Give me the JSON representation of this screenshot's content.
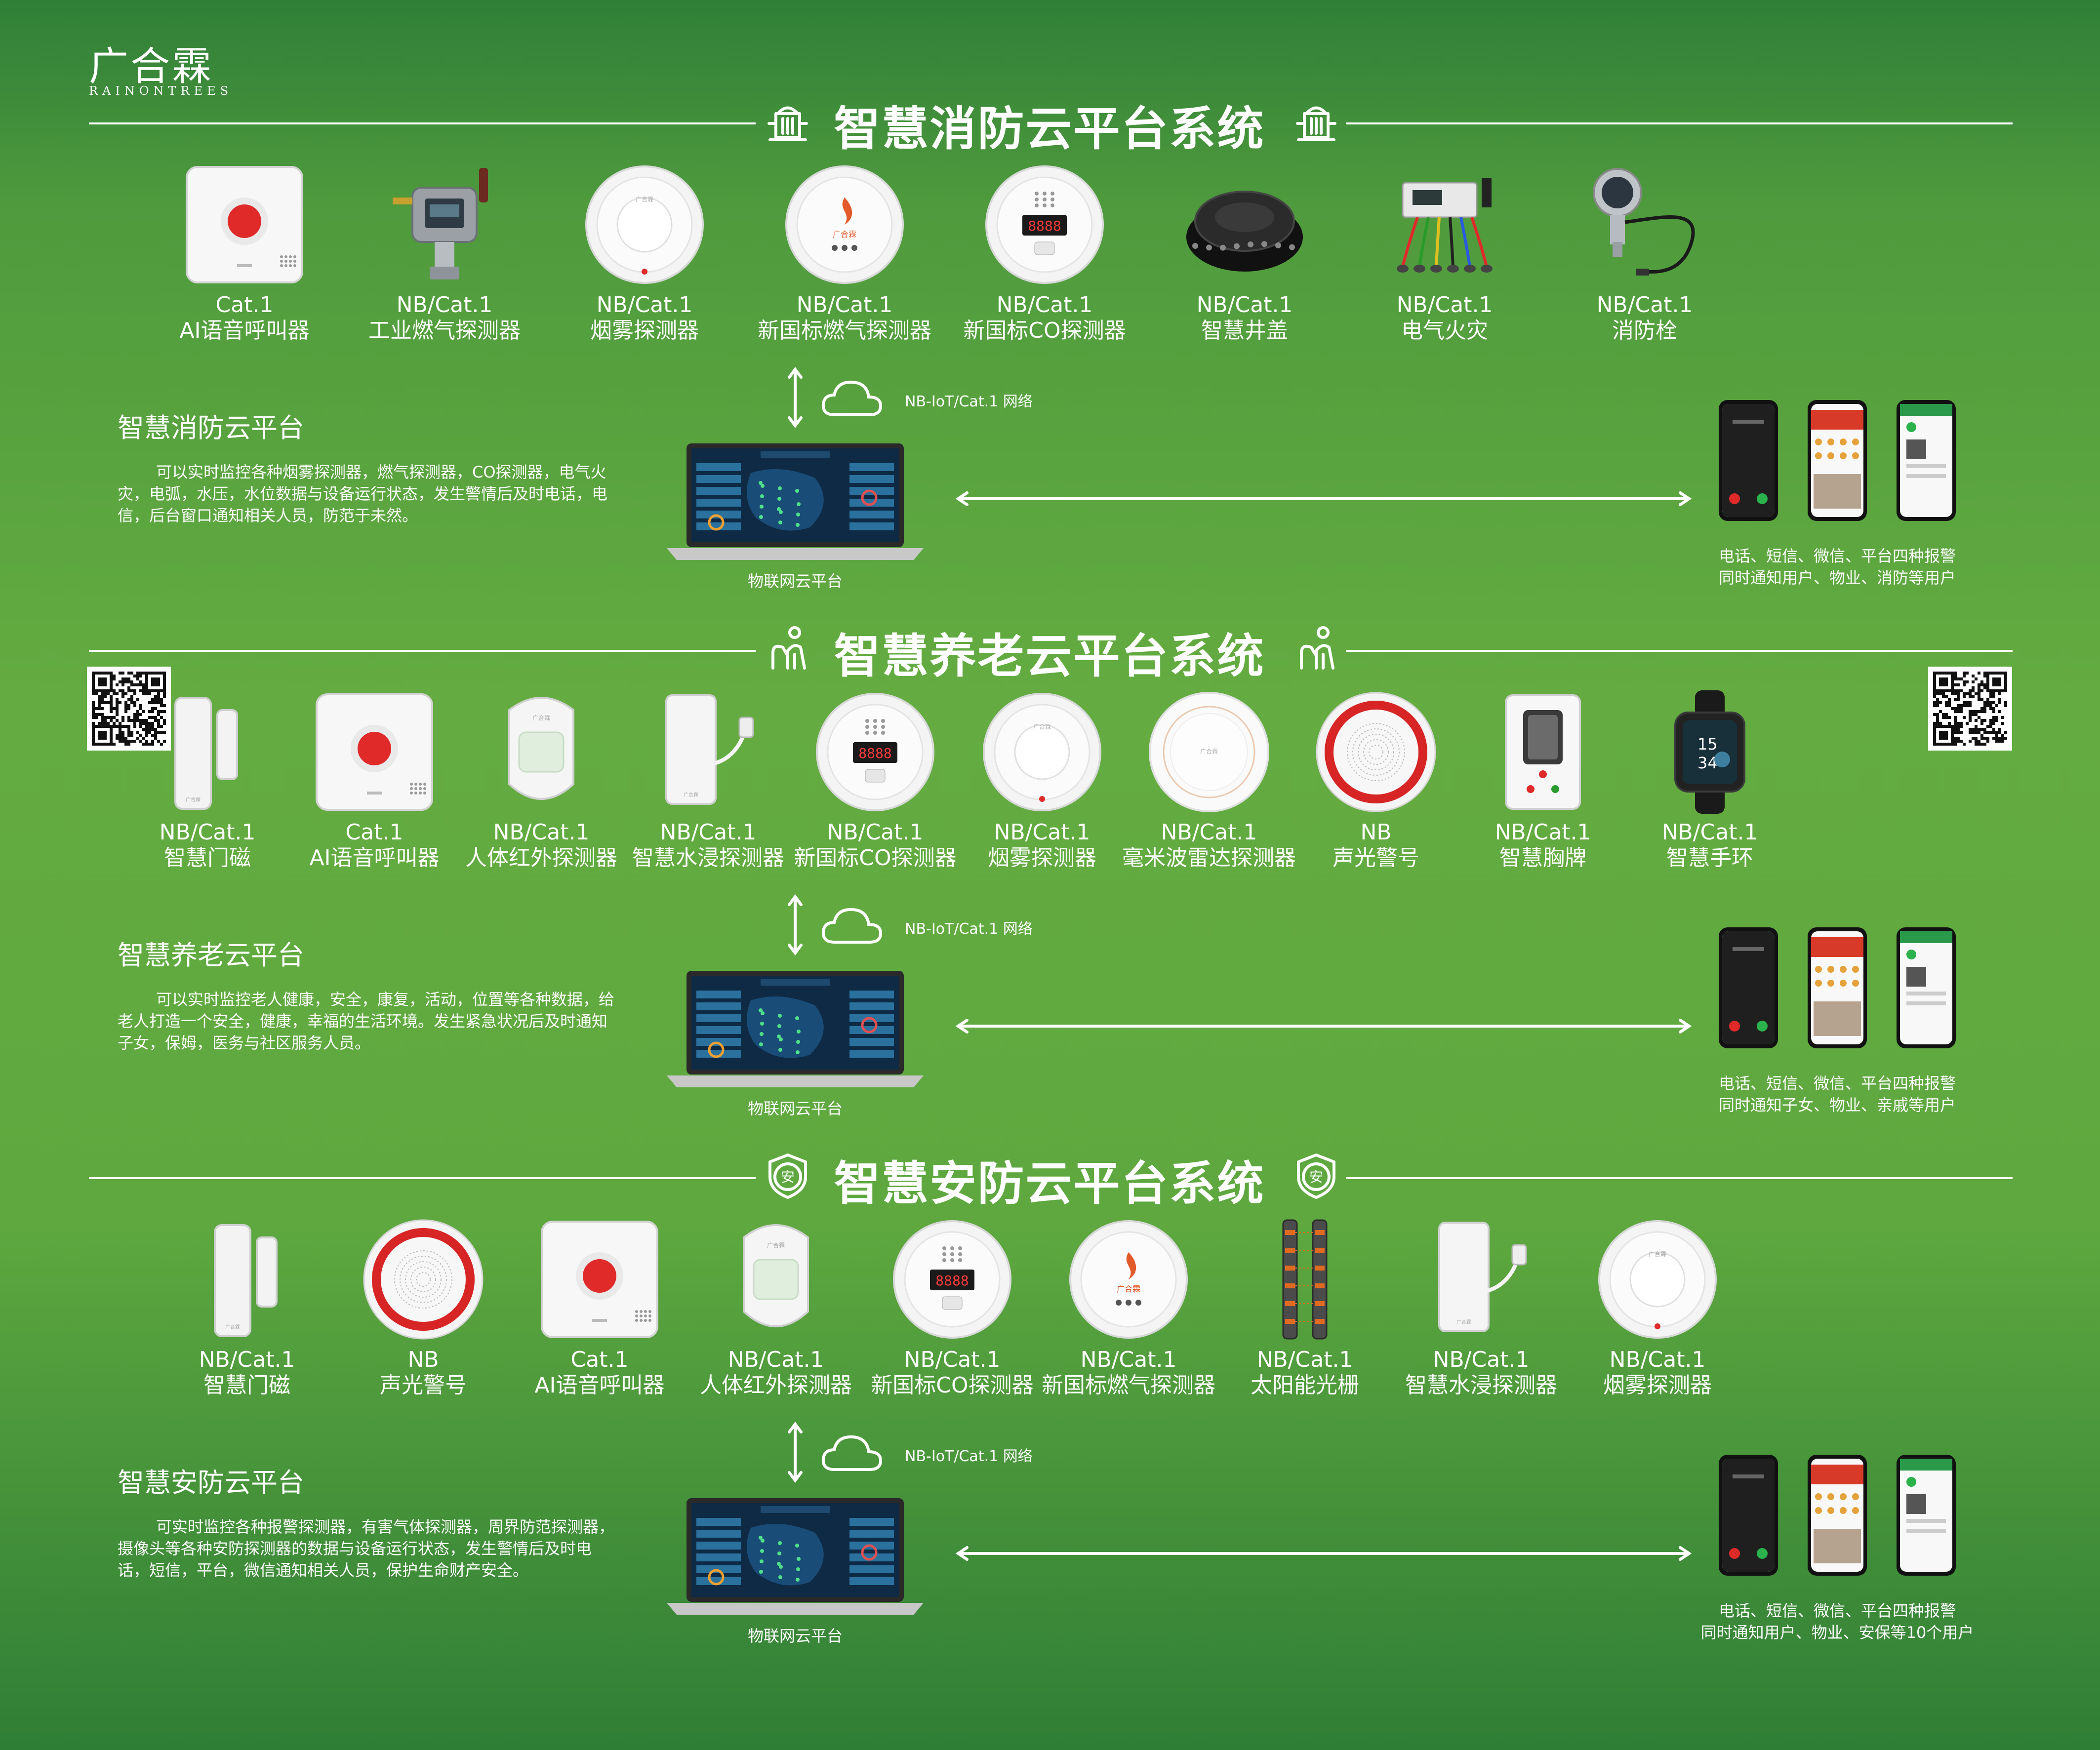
{
  "brand": {
    "name_cn": "广合霖",
    "name_en": "RAINONTREES"
  },
  "colors": {
    "bg_top": "#2f7f38",
    "bg_mid": "#64ac41",
    "accent_red": "#e02a2a",
    "white": "#ffffff"
  },
  "sections": [
    {
      "title": "智慧消防云平台系统",
      "icon": "fire-hydrant-icon",
      "devices": [
        {
          "line1": "Cat.1",
          "line2": "AI语音呼叫器",
          "icon": "call-button-icon"
        },
        {
          "line1": "NB/Cat.1",
          "line2": "工业燃气探测器",
          "icon": "industrial-gas-detector-icon"
        },
        {
          "line1": "NB/Cat.1",
          "line2": "烟雾探测器",
          "icon": "smoke-detector-icon"
        },
        {
          "line1": "NB/Cat.1",
          "line2": "新国标燃气探测器",
          "icon": "gas-detector-icon"
        },
        {
          "line1": "NB/Cat.1",
          "line2": "新国标CO探测器",
          "icon": "co-detector-icon"
        },
        {
          "line1": "NB/Cat.1",
          "line2": "智慧井盖",
          "icon": "manhole-sensor-icon"
        },
        {
          "line1": "NB/Cat.1",
          "line2": "电气火灾",
          "icon": "electrical-fire-monitor-icon"
        },
        {
          "line1": "NB/Cat.1",
          "line2": "消防栓",
          "icon": "hydrant-pressure-sensor-icon"
        }
      ],
      "network_label": "NB-IoT/Cat.1 网络",
      "platform_title": "智慧消防云平台",
      "platform_desc": "可以实时监控各种烟雾探测器，燃气探测器，CO探测器，电气火灾，电弧，水压，水位数据与设备运行状态，发生警情后及时电话，电信，后台窗口通知相关人员，防范于未然。",
      "laptop_label": "物联网云平台",
      "notify_line1": "电话、短信、微信、平台四种报警",
      "notify_line2": "同时通知用户、物业、消防等用户"
    },
    {
      "title": "智慧养老云平台系统",
      "icon": "elderly-care-icon",
      "devices": [
        {
          "line1": "NB/Cat.1",
          "line2": "智慧门磁",
          "icon": "door-sensor-icon"
        },
        {
          "line1": "Cat.1",
          "line2": "AI语音呼叫器",
          "icon": "call-button-icon"
        },
        {
          "line1": "NB/Cat.1",
          "line2": "人体红外探测器",
          "icon": "pir-sensor-icon"
        },
        {
          "line1": "NB/Cat.1",
          "line2": "智慧水浸探测器",
          "icon": "water-leak-sensor-icon"
        },
        {
          "line1": "NB/Cat.1",
          "line2": "新国标CO探测器",
          "icon": "co-detector-icon"
        },
        {
          "line1": "NB/Cat.1",
          "line2": "烟雾探测器",
          "icon": "smoke-detector-icon"
        },
        {
          "line1": "NB/Cat.1",
          "line2": "毫米波雷达探测器",
          "icon": "radar-sensor-icon"
        },
        {
          "line1": "NB",
          "line2": "声光警号",
          "icon": "siren-icon"
        },
        {
          "line1": "NB/Cat.1",
          "line2": "智慧胸牌",
          "icon": "badge-icon"
        },
        {
          "line1": "NB/Cat.1",
          "line2": "智慧手环",
          "icon": "smartwatch-icon"
        }
      ],
      "network_label": "NB-IoT/Cat.1 网络",
      "platform_title": "智慧养老云平台",
      "platform_desc": "可以实时监控老人健康，安全，康复，活动，位置等各种数据，给老人打造一个安全，健康，幸福的生活环境。发生紧急状况后及时通知子女，保姆，医务与社区服务人员。",
      "laptop_label": "物联网云平台",
      "notify_line1": "电话、短信、微信、平台四种报警",
      "notify_line2": "同时通知子女、物业、亲戚等用户"
    },
    {
      "title": "智慧安防云平台系统",
      "icon": "security-shield-icon",
      "devices": [
        {
          "line1": "NB/Cat.1",
          "line2": "智慧门磁",
          "icon": "door-sensor-icon"
        },
        {
          "line1": "NB",
          "line2": "声光警号",
          "icon": "siren-icon"
        },
        {
          "line1": "Cat.1",
          "line2": "AI语音呼叫器",
          "icon": "call-button-icon"
        },
        {
          "line1": "NB/Cat.1",
          "line2": "人体红外探测器",
          "icon": "pir-sensor-icon"
        },
        {
          "line1": "NB/Cat.1",
          "line2": "新国标CO探测器",
          "icon": "co-detector-icon"
        },
        {
          "line1": "NB/Cat.1",
          "line2": "新国标燃气探测器",
          "icon": "gas-detector-icon"
        },
        {
          "line1": "NB/Cat.1",
          "line2": "太阳能光栅",
          "icon": "solar-beam-icon"
        },
        {
          "line1": "NB/Cat.1",
          "line2": "智慧水浸探测器",
          "icon": "water-leak-sensor-icon"
        },
        {
          "line1": "NB/Cat.1",
          "line2": "烟雾探测器",
          "icon": "smoke-detector-icon"
        }
      ],
      "network_label": "NB-IoT/Cat.1 网络",
      "platform_title": "智慧安防云平台",
      "platform_desc": "可实时监控各种报警探测器，有害气体探测器，周界防范探测器，摄像头等各种安防探测器的数据与设备运行状态，发生警情后及时电话，短信，平台，微信通知相关人员，保护生命财产安全。",
      "laptop_label": "物联网云平台",
      "notify_line1": "电话、短信、微信、平台四种报警",
      "notify_line2": "同时通知用户、物业、安保等10个用户"
    }
  ]
}
